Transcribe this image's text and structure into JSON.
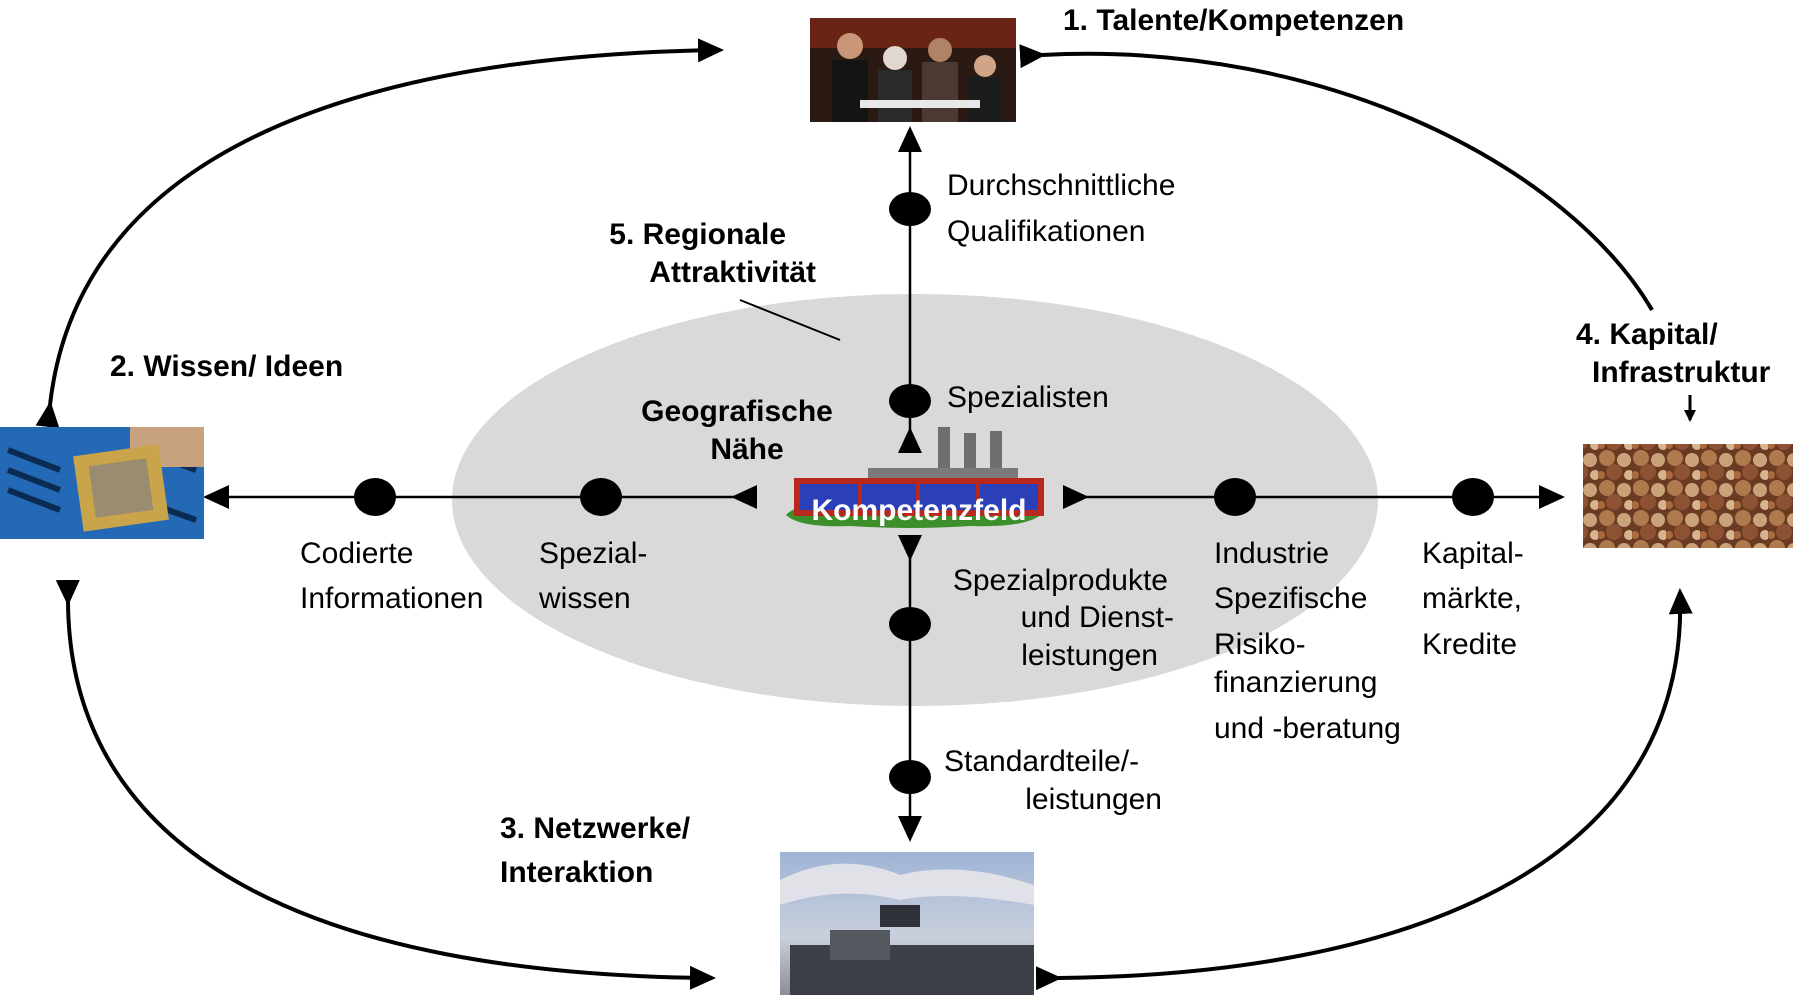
{
  "nodes": {
    "talente": "1. Talente/Kompetenzen",
    "wissen": "2. Wissen/ Ideen",
    "netzwerke_1": "3. Netzwerke/",
    "netzwerke_2": "Interaktion",
    "kapital_1": "4. Kapital/",
    "kapital_2": "Infrastruktur",
    "regional_1": "5. Regionale",
    "regional_2": "Attraktivität"
  },
  "center": {
    "label": "Kompetenzfeld",
    "geo_1": "Geografische",
    "geo_2": "Nähe"
  },
  "flows": {
    "top": {
      "outer_1": "Durchschnittliche",
      "outer_2": "Qualifikationen",
      "inner": "Spezialisten"
    },
    "left": {
      "outer_1": "Codierte",
      "outer_2": "Informationen",
      "inner_1": "Spezial-",
      "inner_2": "wissen"
    },
    "bottom": {
      "inner_1": "Spezialprodukte",
      "inner_2": "und Dienst-",
      "inner_3": "leistungen",
      "outer_1": "Standardteile/-",
      "outer_2": "leistungen"
    },
    "right": {
      "inner_1": "Industrie",
      "inner_2": "Spezifische",
      "inner_3": "Risiko-",
      "inner_4": "finanzierung",
      "inner_5": "und -beratung",
      "outer_1": "Kapital-",
      "outer_2": "märkte,",
      "outer_3": "Kredite"
    }
  },
  "colors": {
    "zone": "#d9d9d9",
    "line": "#000000",
    "factory_wall": "#b8281f",
    "factory_glass": "#2a3fb8",
    "grass": "#3c8f2a"
  }
}
